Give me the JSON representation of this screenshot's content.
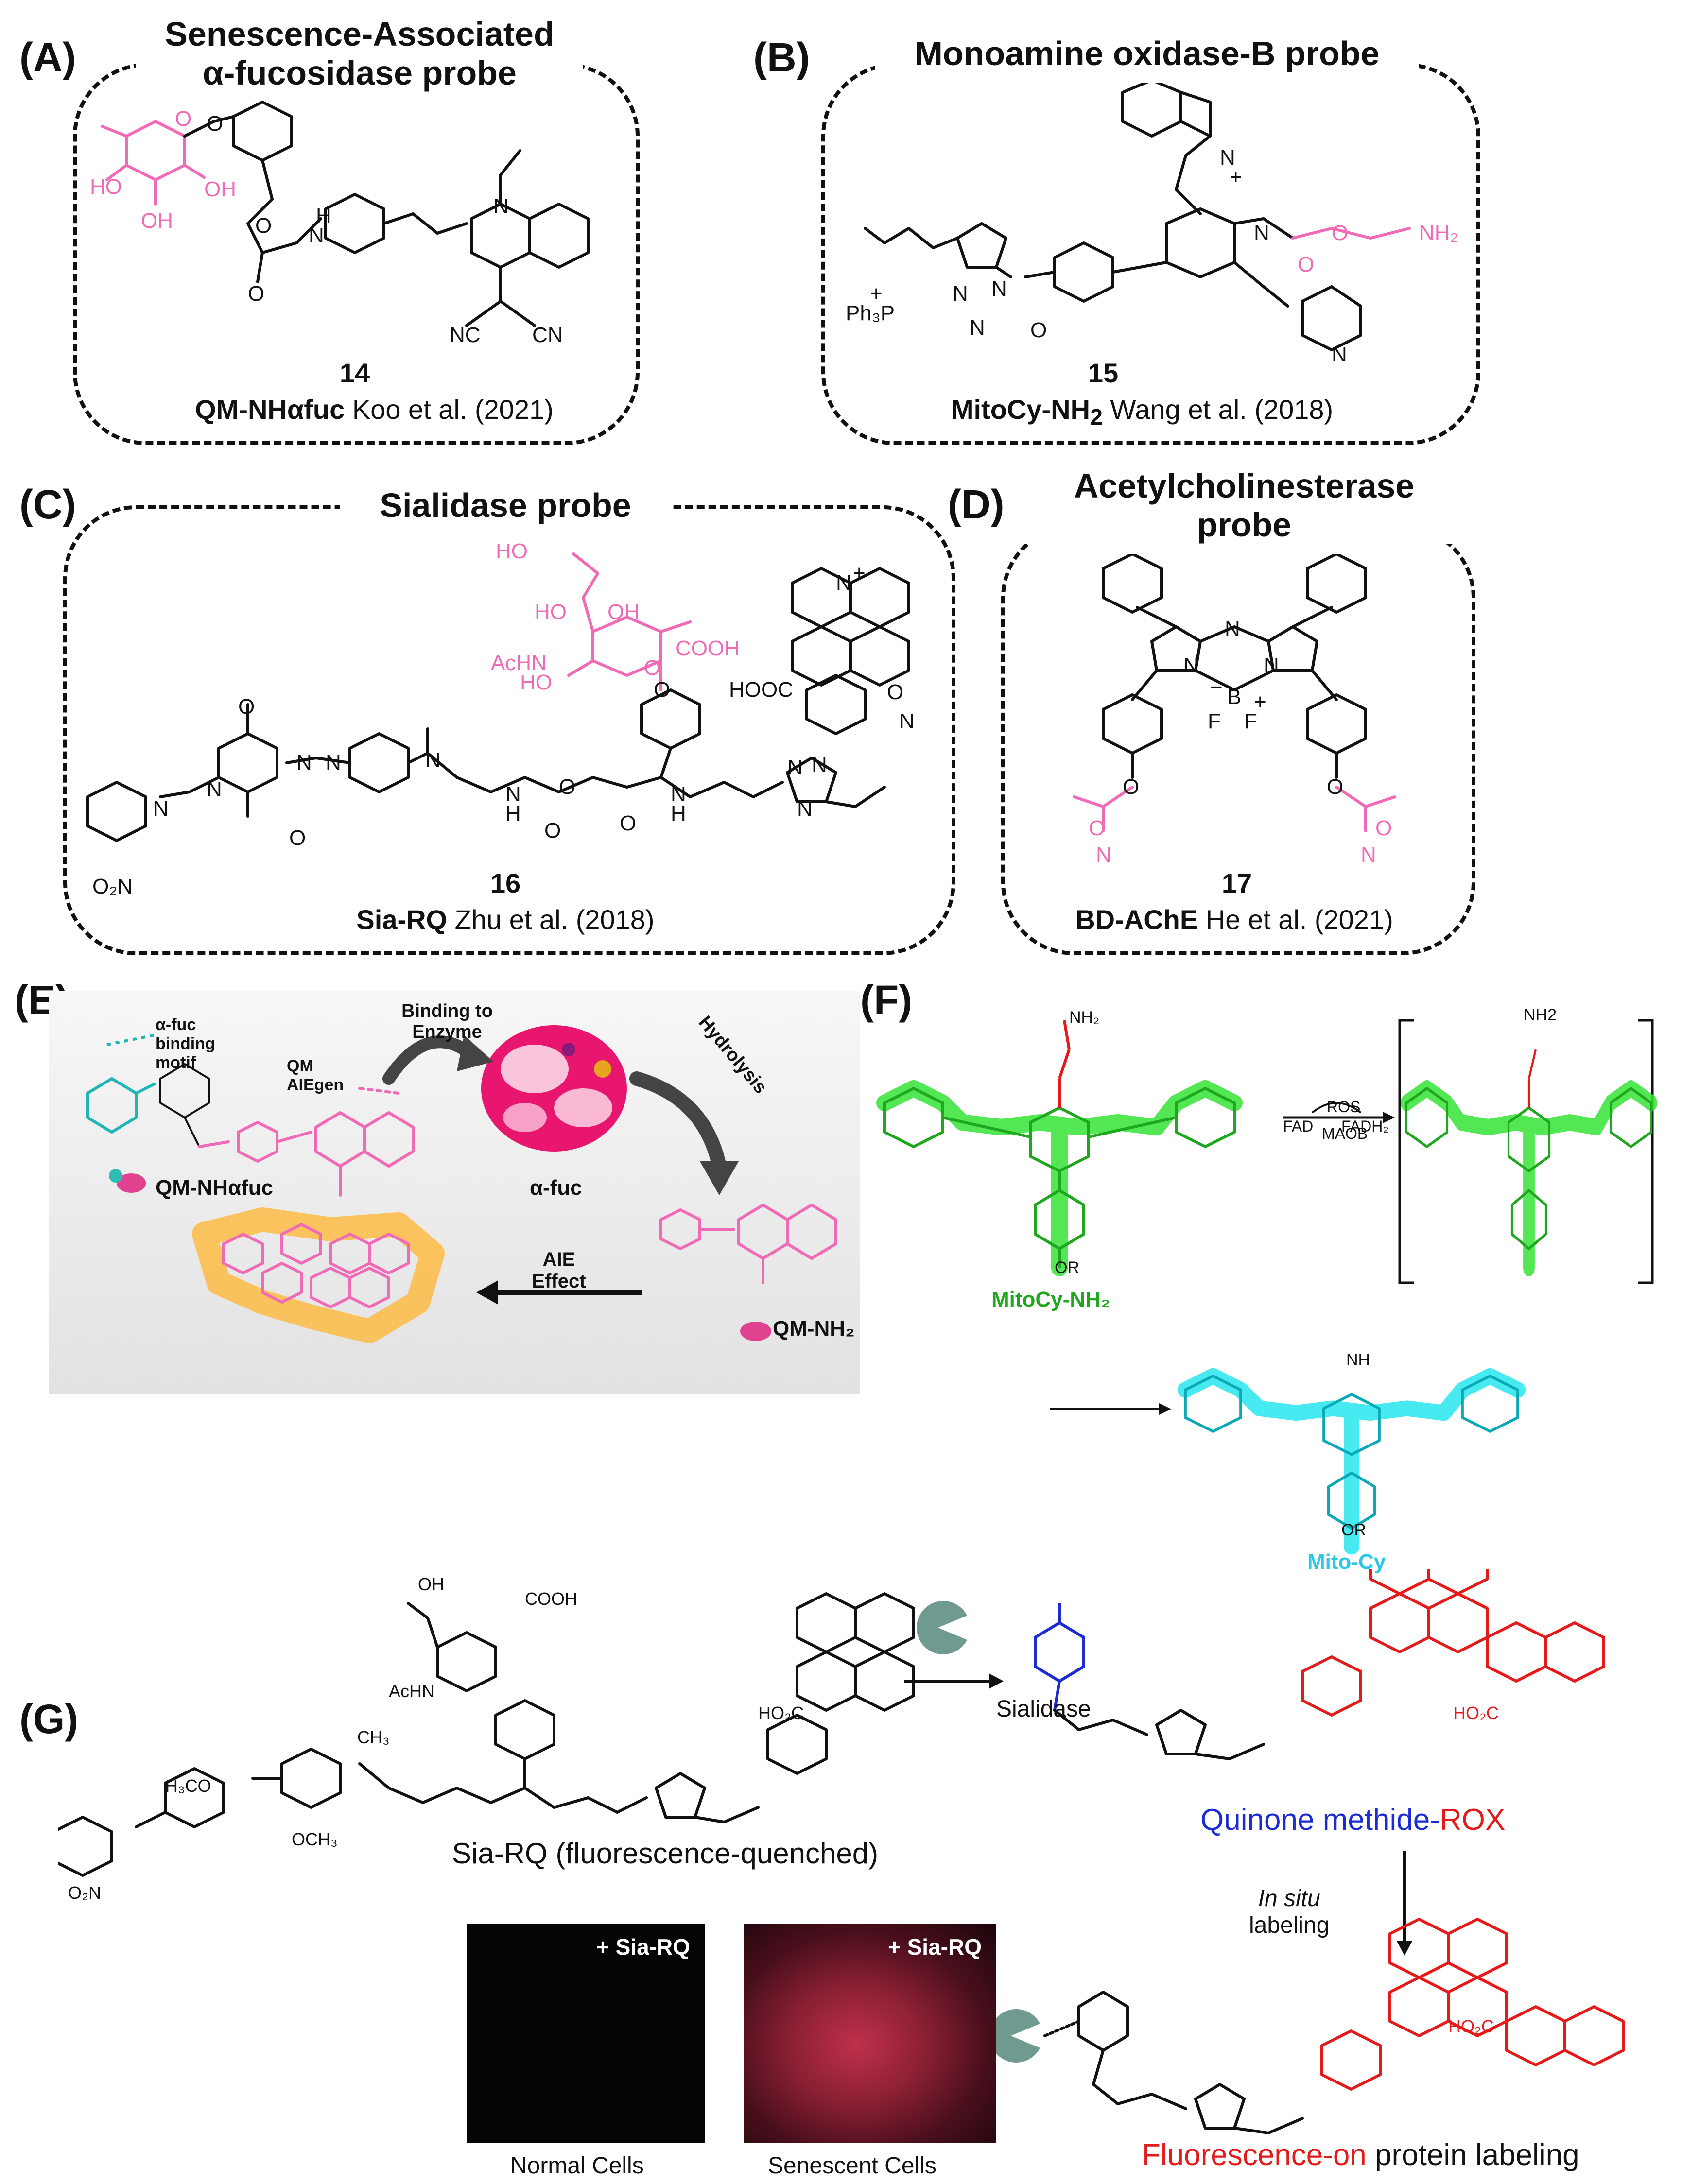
{
  "panels": {
    "A": {
      "letter": "(A)",
      "title_line1": "Senescence-Associated",
      "title_line2": "α-fucosidase probe",
      "compound_number": "14",
      "probe_name": "QM-NHαfuc",
      "citation": "Koo et al. (2021)",
      "atom_labels": [
        "O",
        "O",
        "HO",
        "OH",
        "OH",
        "O",
        "O",
        "H",
        "N",
        "O",
        "N",
        "NC",
        "CN"
      ]
    },
    "B": {
      "letter": "(B)",
      "title": "Monoamine oxidase-B probe",
      "compound_number": "15",
      "probe_name": "MitoCy-NH",
      "probe_name_sub": "2",
      "citation": "Wang et al. (2018)",
      "atom_labels": [
        "N",
        "+",
        "N",
        "O",
        "O",
        "NH₂",
        "Ph₃P",
        "+",
        "N",
        "N",
        "N",
        "O",
        "N"
      ]
    },
    "C": {
      "letter": "(C)",
      "title": "Sialidase probe",
      "compound_number": "16",
      "probe_name": "Sia-RQ",
      "citation": "Zhu et al. (2018)",
      "atom_labels": [
        "HO",
        "HO",
        "OH",
        "AcHN",
        "O",
        "COOH",
        "HO",
        "O",
        "N",
        "+",
        "HOOC",
        "N",
        "O",
        "N",
        "N",
        "N",
        "O₂N",
        "N",
        "N",
        "N",
        "N",
        "O",
        "O",
        "N",
        "H",
        "O",
        "O",
        "N",
        "H",
        "O",
        "N",
        "H"
      ]
    },
    "D": {
      "letter": "(D)",
      "title_line1": "Acetylcholinesterase",
      "title_line2": "probe",
      "compound_number": "17",
      "probe_name": "BD-AChE",
      "citation": "He et al. (2021)",
      "atom_labels": [
        "N",
        "N",
        "N",
        "B",
        "−",
        "+",
        "F",
        "F",
        "O",
        "O",
        "O",
        "O",
        "N",
        "N"
      ]
    },
    "E": {
      "letter": "(E)",
      "labels": {
        "binding_motif": "α-fuc binding motif",
        "aiegen": "QM AIEgen",
        "probe": "QM-NHαfuc",
        "binding": "Binding to Enzyme",
        "enzyme": "α-fuc",
        "hydrolysis": "Hydrolysis",
        "aie": "AIE Effect",
        "product": "QM-NH₂"
      }
    },
    "F": {
      "letter": "(F)",
      "labels": {
        "reactant": "MitoCy-NH₂",
        "ros": "ROS",
        "fad": "FAD",
        "fadh2": "FADH₂",
        "maob": "MAOB",
        "product": "Mito-Cy",
        "nh2_top": "NH₂",
        "nh2_plus": "NH2",
        "or": "OR",
        "nh": "NH"
      }
    },
    "G": {
      "letter": "(G)",
      "labels": {
        "probe": "Sia-RQ (fluorescence-quenched)",
        "enzyme": "Sialidase",
        "intermediate_a": "Quinone methide-",
        "intermediate_b": "ROX",
        "in_situ_a": "In situ",
        "in_situ_b": "labeling",
        "final_a": "Fluorescence-on",
        "final_b": " protein labeling",
        "image1_tag": "+ Sia-RQ",
        "image2_tag": "+ Sia-RQ",
        "image1_caption": "Normal Cells",
        "image2_caption": "Senescent Cells",
        "cooh": "COOH",
        "ho2c": "HO₂C",
        "ch3": "CH₃",
        "h3co": "H₃CO",
        "och3": "OCH₃",
        "o2n": "O₂N",
        "achn": "AcHN",
        "oh": "OH"
      }
    }
  },
  "colors": {
    "pink": "#f06ab5",
    "red": "#e31b1b",
    "blue": "#1c2bd4",
    "teal": "#22b5b5",
    "green": "#1fa81f",
    "cyan": "#28e6f0",
    "orange": "#ffb52e"
  }
}
